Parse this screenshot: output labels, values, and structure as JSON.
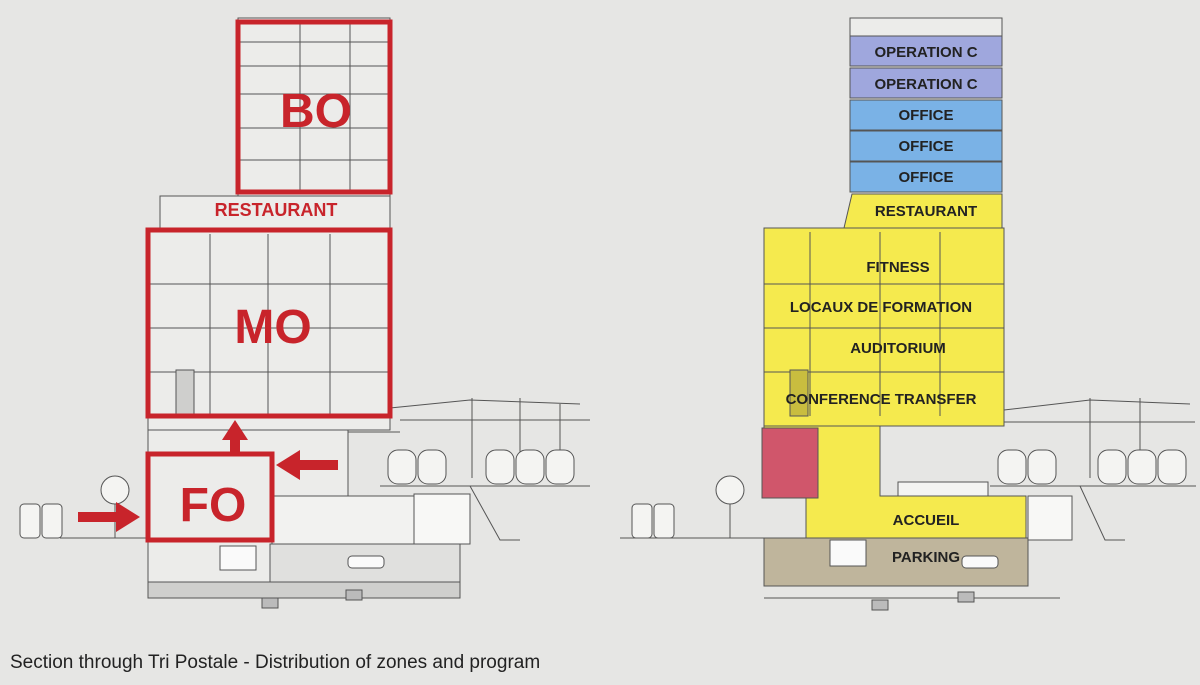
{
  "caption": "Section through Tri Postale - Distribution of zones and program",
  "zones_section": {
    "labels": {
      "bo": "BO",
      "mo": "MO",
      "fo": "FO",
      "restaurant": "RESTAURANT"
    }
  },
  "program_section": {
    "labels": {
      "operation_c_1": "OPERATION C",
      "operation_c_2": "OPERATION C",
      "office_1": "OFFICE",
      "office_2": "OFFICE",
      "office_3": "OFFICE",
      "restaurant": "RESTAURANT",
      "fitness": "FITNESS",
      "locaux": "LOCAUX DE FORMATION",
      "auditorium": "AUDITORIUM",
      "conference": "CONFERENCE TRANSFER",
      "accueil": "ACCUEIL",
      "parking": "PARKING"
    }
  },
  "colors": {
    "zone_red": "#c8242b",
    "operation": "#9fa7dd",
    "office": "#7ab2e6",
    "program_yellow": "#f5ea4e",
    "special_red": "#d0566b",
    "parking": "#bfb59c",
    "line": "#555555",
    "background": "#e6e6e4"
  }
}
